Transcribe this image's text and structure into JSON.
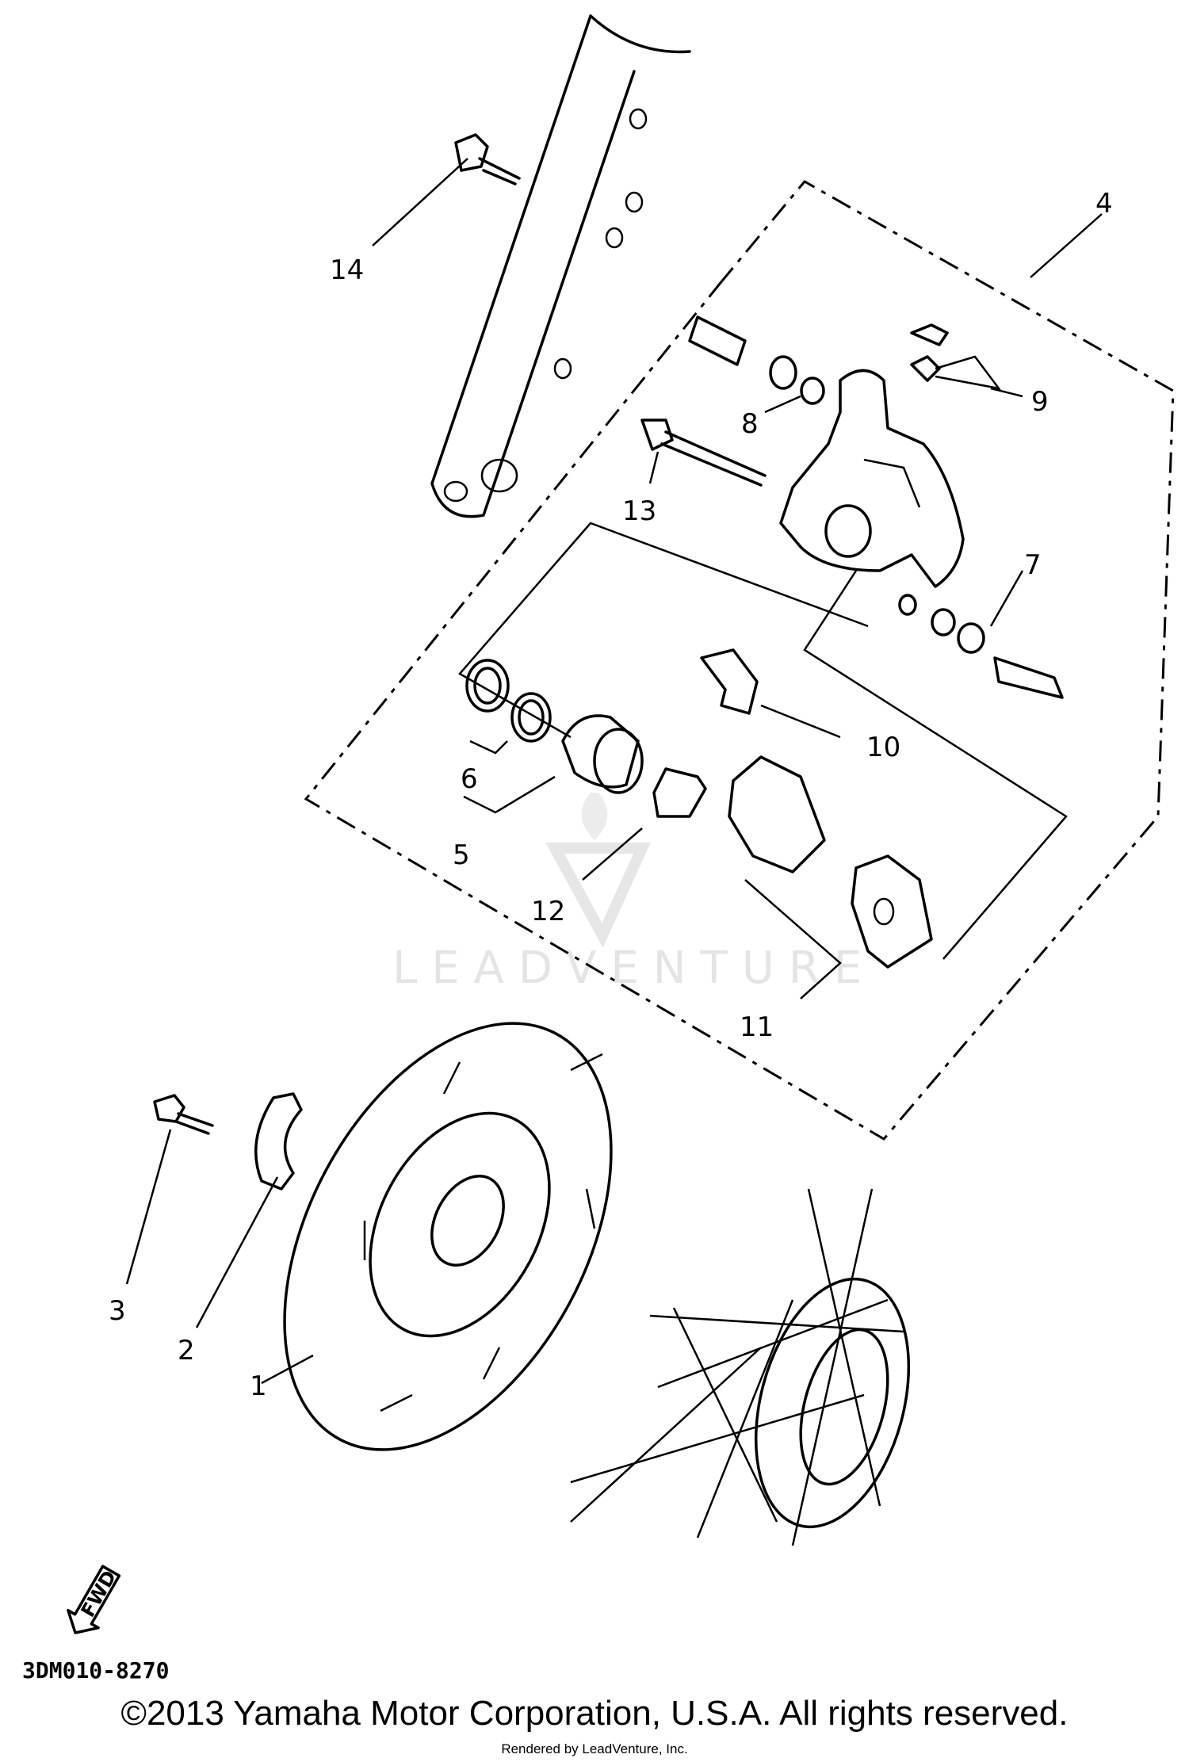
{
  "diagram": {
    "callouts": [
      "1",
      "2",
      "3",
      "4",
      "5",
      "6",
      "7",
      "8",
      "9",
      "10",
      "11",
      "12",
      "13",
      "14"
    ],
    "fwd_label": "FWD",
    "diagram_code": "3DM010-8270",
    "watermark": "LEADVENTURE"
  },
  "footer": {
    "copyright": "©2013 Yamaha Motor Corporation, U.S.A. All rights reserved.",
    "rendered_by": "Rendered by LeadVenture, Inc."
  }
}
